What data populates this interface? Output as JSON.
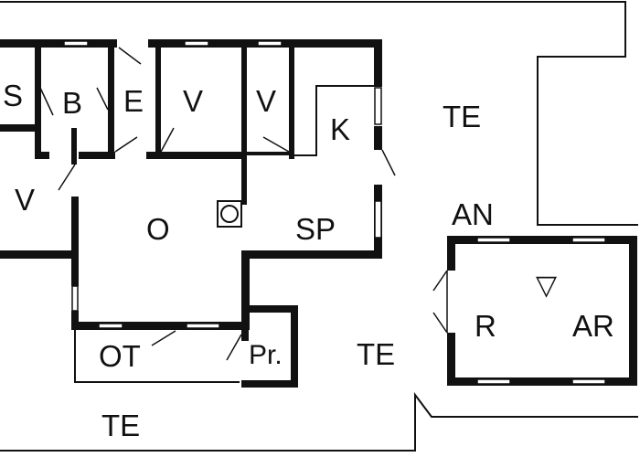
{
  "floor_plan": {
    "rooms": {
      "s": "S",
      "b": "B",
      "e": "E",
      "v1": "V",
      "v2": "V",
      "k": "K",
      "v3": "V",
      "o": "O",
      "sp": "SP",
      "ot": "OT",
      "pr": "Pr.",
      "te_top": "TE",
      "te_mid": "TE",
      "te_bottom": "TE",
      "an": "AN",
      "r": "R",
      "ar": "AR"
    },
    "symbols": {
      "triangle_marker": "▽"
    }
  }
}
